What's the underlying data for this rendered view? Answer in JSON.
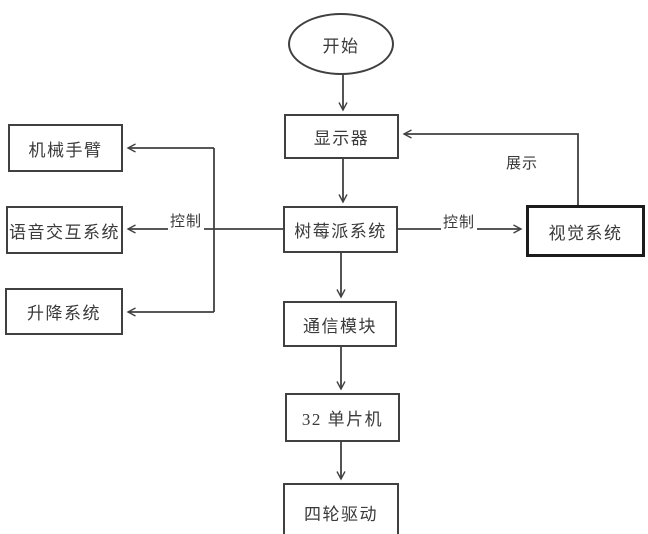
{
  "diagram": {
    "title": "robot control system flowchart",
    "nodes": {
      "start": {
        "label": "开始",
        "shape": "ellipse"
      },
      "display": {
        "label": "显示器",
        "shape": "rect"
      },
      "raspberry_pi": {
        "label": "树莓派系统",
        "shape": "rect"
      },
      "comm_module": {
        "label": "通信模块",
        "shape": "rect"
      },
      "mcu_32": {
        "label": "32 单片机",
        "shape": "rect"
      },
      "four_wheel": {
        "label": "四轮驱动",
        "shape": "rect"
      },
      "robot_arm": {
        "label": "机械手臂",
        "shape": "rect"
      },
      "voice_system": {
        "label": "语音交互系统",
        "shape": "rect"
      },
      "lift_system": {
        "label": "升降系统",
        "shape": "rect"
      },
      "vision_system": {
        "label": "视觉系统",
        "shape": "rect-thick"
      }
    },
    "edge_labels": {
      "control_left": "控制",
      "control_right": "控制",
      "show": "展示"
    },
    "edges": [
      {
        "from": "start",
        "to": "display",
        "label": ""
      },
      {
        "from": "display",
        "to": "raspberry_pi",
        "label": ""
      },
      {
        "from": "raspberry_pi",
        "to": "comm_module",
        "label": ""
      },
      {
        "from": "comm_module",
        "to": "mcu_32",
        "label": ""
      },
      {
        "from": "mcu_32",
        "to": "four_wheel",
        "label": ""
      },
      {
        "from": "raspberry_pi",
        "to": "robot_arm",
        "label": "控制"
      },
      {
        "from": "raspberry_pi",
        "to": "voice_system",
        "label": "控制"
      },
      {
        "from": "raspberry_pi",
        "to": "lift_system",
        "label": "控制"
      },
      {
        "from": "raspberry_pi",
        "to": "vision_system",
        "label": "控制"
      },
      {
        "from": "vision_system",
        "to": "display",
        "label": "展示"
      }
    ],
    "colors": {
      "line": "#404040",
      "text": "#3a3a3a",
      "background": "#ffffff",
      "vision_border": "#1c1c1c"
    }
  }
}
